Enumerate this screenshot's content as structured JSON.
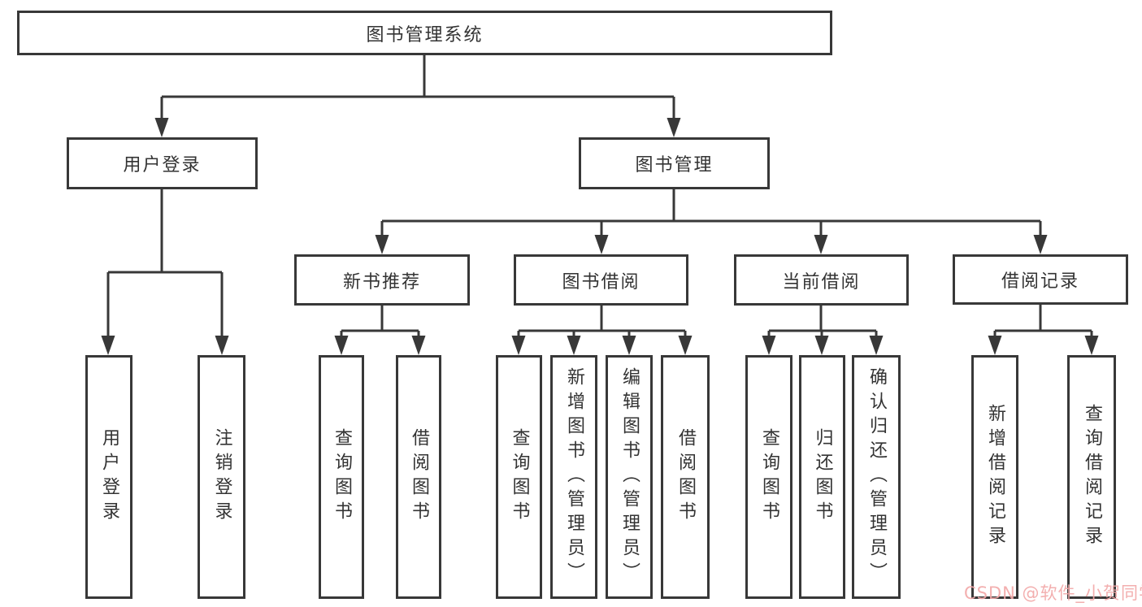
{
  "diagram": {
    "root": {
      "label": "图书管理系统"
    },
    "level2": [
      {
        "label": "用户登录"
      },
      {
        "label": "图书管理"
      }
    ],
    "level3": [
      {
        "label": "新书推荐"
      },
      {
        "label": "图书借阅"
      },
      {
        "label": "当前借阅"
      },
      {
        "label": "借阅记录"
      }
    ],
    "leaves": [
      {
        "label": "用户登录"
      },
      {
        "label": "注销登录"
      },
      {
        "label": "查询图书"
      },
      {
        "label": "借阅图书"
      },
      {
        "label": "查询图书"
      },
      {
        "label": "新增图书（管理员）"
      },
      {
        "label": "编辑图书（管理员）"
      },
      {
        "label": "借阅图书"
      },
      {
        "label": "查询图书"
      },
      {
        "label": "归还图书"
      },
      {
        "label": "确认归还（管理员）"
      },
      {
        "label": "新增借阅记录"
      },
      {
        "label": "查询借阅记录"
      }
    ],
    "colors": {
      "line": "#383838",
      "box_border": "#383838",
      "text": "#333333",
      "watermark": "#f2a8a8",
      "background": "#ffffff"
    },
    "watermark": "CSDN @软件_小贺同学"
  }
}
